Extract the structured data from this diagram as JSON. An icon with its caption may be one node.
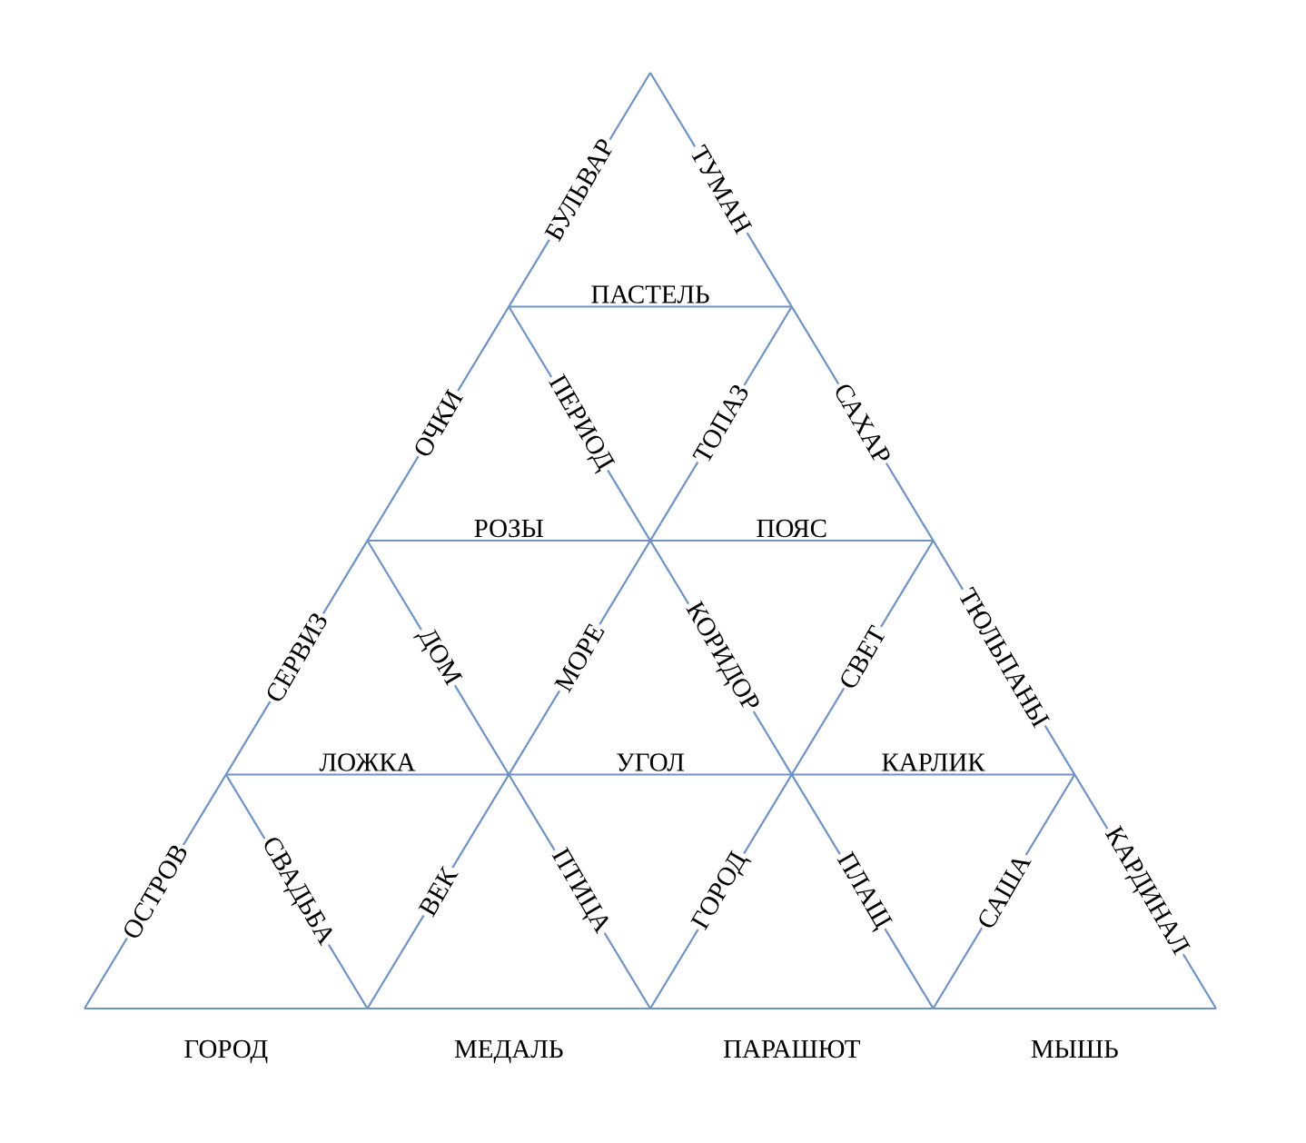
{
  "diagram": {
    "labels": [
      "БУЛЬВАР",
      "ТУМАН",
      "ПАСТЕЛЬ",
      "ОЧКИ",
      "ПЕРИОД",
      "ТОПАЗ",
      "САХАР",
      "РОЗЫ",
      "ПОЯС",
      "СЕРВИЗ",
      "ДОМ",
      "МОРЕ",
      "КОРИДОР",
      "СВЕТ",
      "ТЮЛЬПАНЫ",
      "ЛОЖКА",
      "УГОЛ",
      "КАРЛИК",
      "ОСТРОВ",
      "СВАДЬБА",
      "ВЕК",
      "ПТИЦА",
      "ГОРОД",
      "ПЛАЩ",
      "САША",
      "КАРДИНАЛ",
      "ГОРОД",
      "МЕДАЛЬ",
      "ПАРАШЮТ",
      "МЫШЬ"
    ]
  }
}
